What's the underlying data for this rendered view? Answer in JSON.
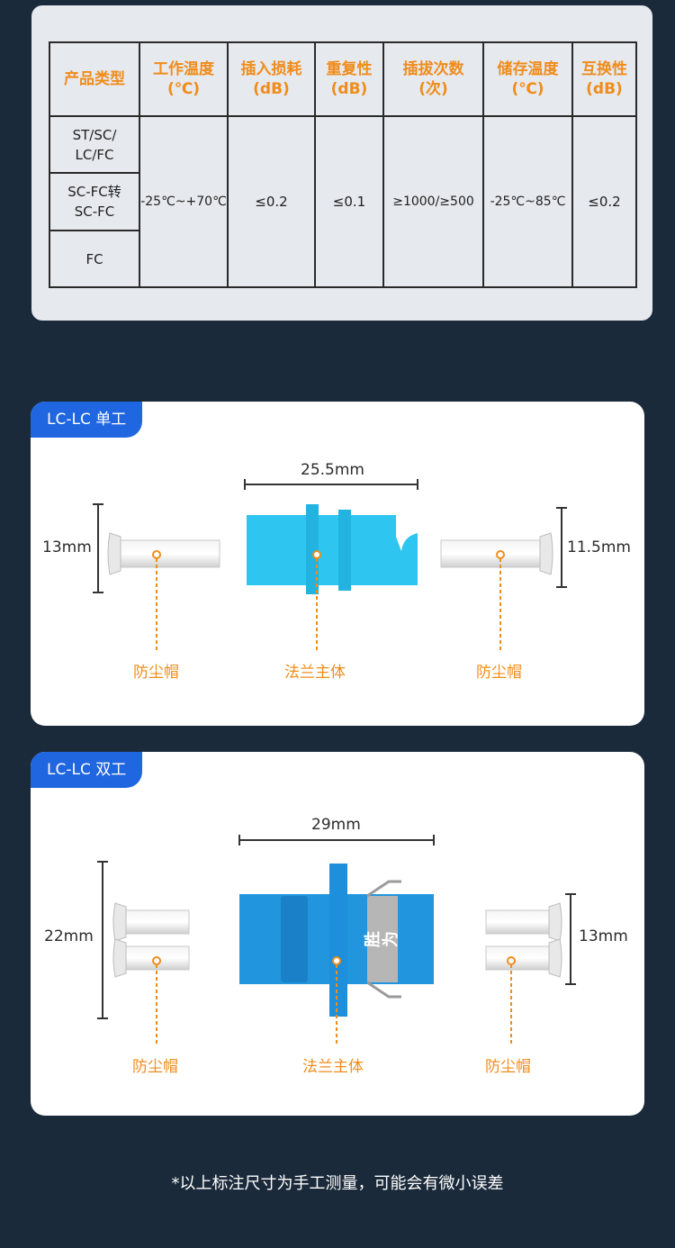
{
  "spec_table": {
    "headers": [
      [
        "产品类型"
      ],
      [
        "工作温度",
        "(℃)"
      ],
      [
        "插入损耗",
        "(dB)"
      ],
      [
        "重复性",
        "(dB)"
      ],
      [
        "插拔次数",
        "(次)"
      ],
      [
        "储存温度",
        "(℃)"
      ],
      [
        "互换性",
        "(dB)"
      ]
    ],
    "types": [
      [
        "ST/SC/",
        "LC/FC"
      ],
      [
        "SC-FC转",
        "SC-FC"
      ],
      [
        "FC"
      ]
    ],
    "values": [
      "-25℃~+70℃",
      "≤0.2",
      "≤0.1",
      "≥1000/≥500",
      "-25℃~85℃",
      "≤0.2"
    ]
  },
  "simplex": {
    "tag": "LC-LC 单工",
    "width_dim": "25.5mm",
    "left_dim": "13mm",
    "right_dim": "11.5mm",
    "labels": {
      "left": "防尘帽",
      "center": "法兰主体",
      "right": "防尘帽"
    }
  },
  "duplex": {
    "tag": "LC-LC 双工",
    "width_dim": "29mm",
    "left_dim": "22mm",
    "right_dim": "13mm",
    "brand": "胜为",
    "labels": {
      "left": "防尘帽",
      "center": "法兰主体",
      "right": "防尘帽"
    }
  },
  "note": "*以上标注尺寸为手工测量，可能会有微小误差",
  "colors": {
    "accent": "#f08c1a",
    "tag": "#1f66e0",
    "adapter": "#2fc4ee",
    "background": "#1b2a3a"
  }
}
